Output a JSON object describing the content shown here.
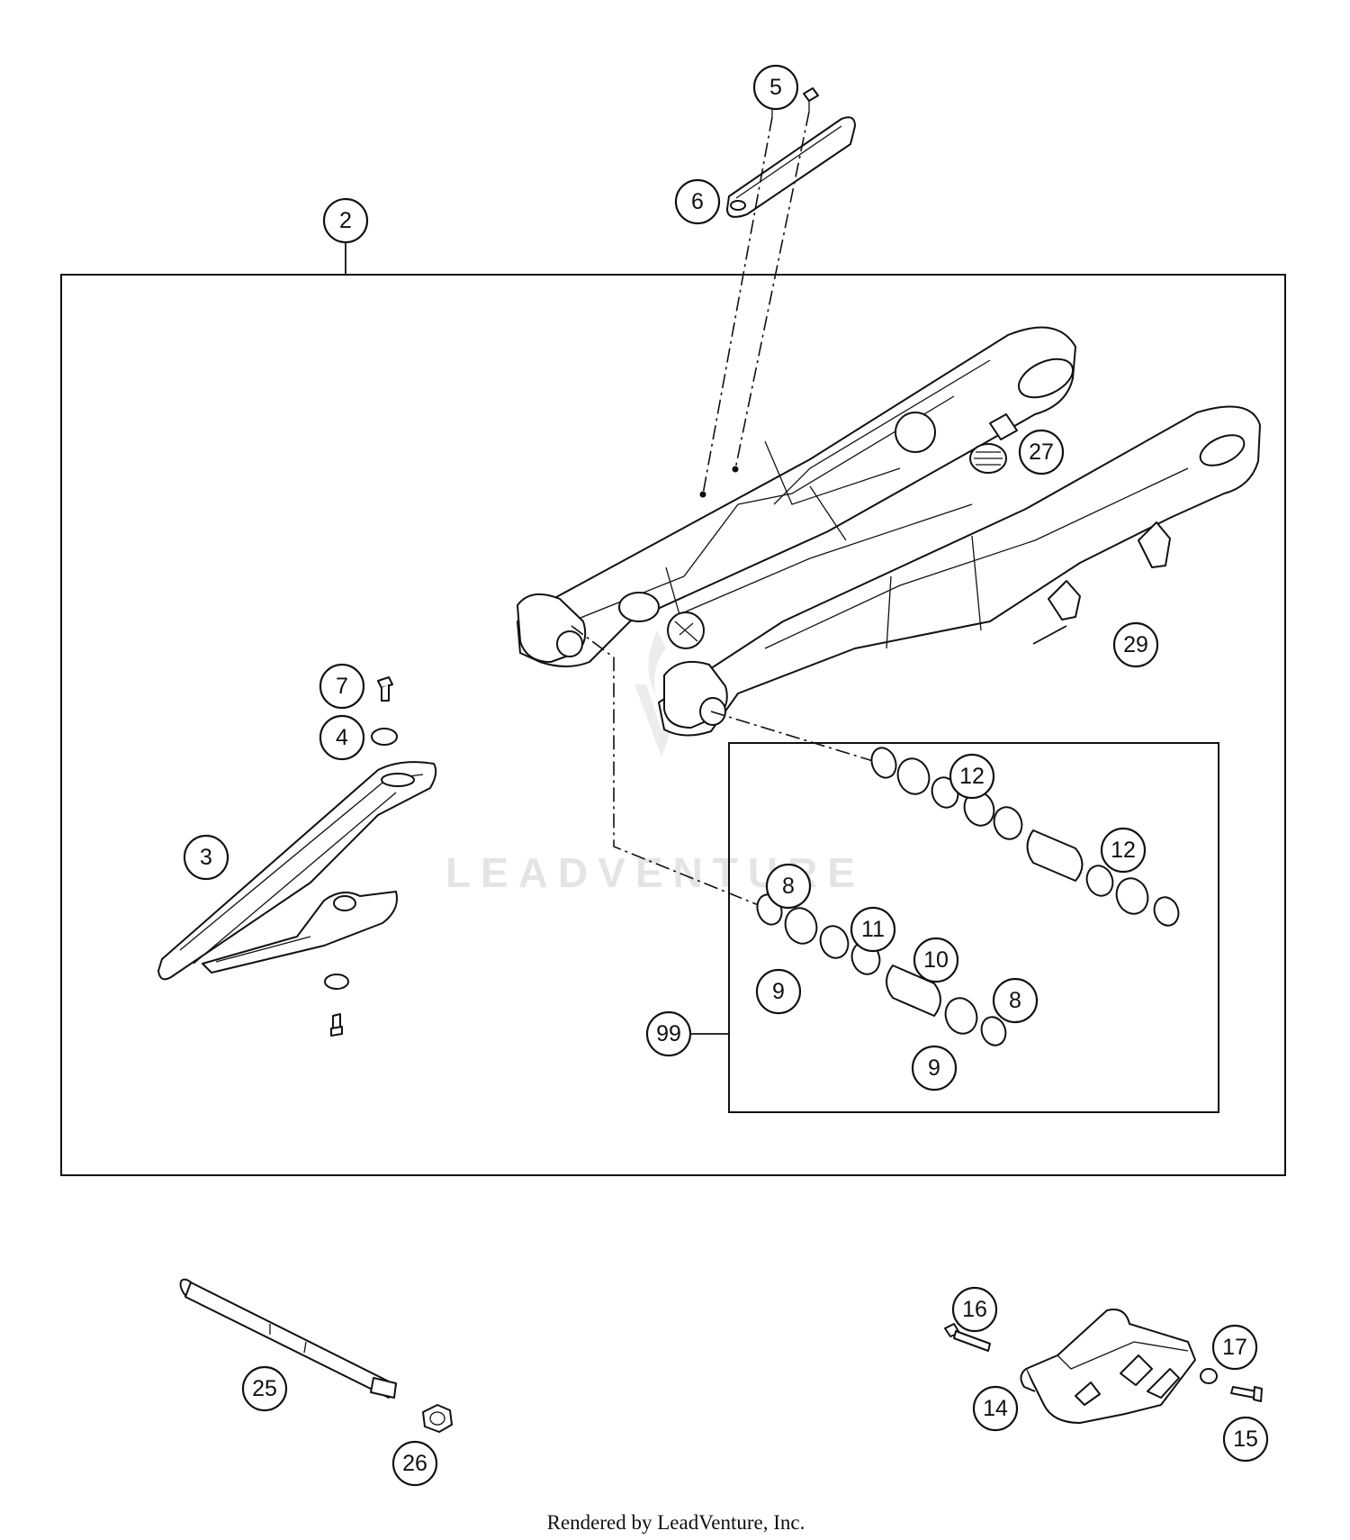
{
  "watermark": "LEADVENTURE",
  "footer": "Rendered by LeadVenture, Inc.",
  "callouts": {
    "c2": "2",
    "c3": "3",
    "c4": "4",
    "c5": "5",
    "c6": "6",
    "c7": "7",
    "c8a": "8",
    "c8b": "8",
    "c9a": "9",
    "c9b": "9",
    "c10": "10",
    "c11": "11",
    "c12a": "12",
    "c12b": "12",
    "c14": "14",
    "c15": "15",
    "c16": "16",
    "c17": "17",
    "c25": "25",
    "c26": "26",
    "c27": "27",
    "c29": "29",
    "c99": "99"
  }
}
